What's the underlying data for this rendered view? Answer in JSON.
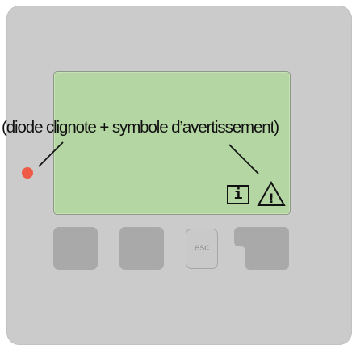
{
  "annotation": {
    "text": "(diode clignote + symbole d’avertissement)"
  },
  "display": {
    "info_symbol": "i",
    "warning_symbol": "!"
  },
  "keys": {
    "esc_label": "esc"
  },
  "colors": {
    "housing": "#cbcbcb",
    "lcd_background": "#b4d6a2",
    "led": "#ef5a47",
    "key": "#a9a9a9"
  }
}
